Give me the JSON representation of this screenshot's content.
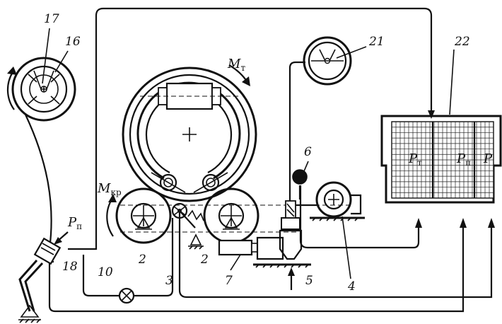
{
  "labels": {
    "n17": "17",
    "n16": "16",
    "n21": "21",
    "n22": "22",
    "n6": "6",
    "n2a": "2",
    "n2b": "2",
    "n3": "3",
    "n4": "4",
    "n5": "5",
    "n7": "7",
    "n10": "10",
    "n18": "18"
  },
  "symbols": {
    "mt": {
      "main": "M",
      "sub": "т"
    },
    "mkr": {
      "main": "M",
      "sub": "кр"
    },
    "pp_left": {
      "main": "P",
      "sub": "п"
    },
    "pt_chart": {
      "main": "P",
      "sub": "т"
    },
    "pp_chart": {
      "main": "P",
      "sub": "п"
    },
    "p_chart": {
      "main": "P"
    }
  }
}
